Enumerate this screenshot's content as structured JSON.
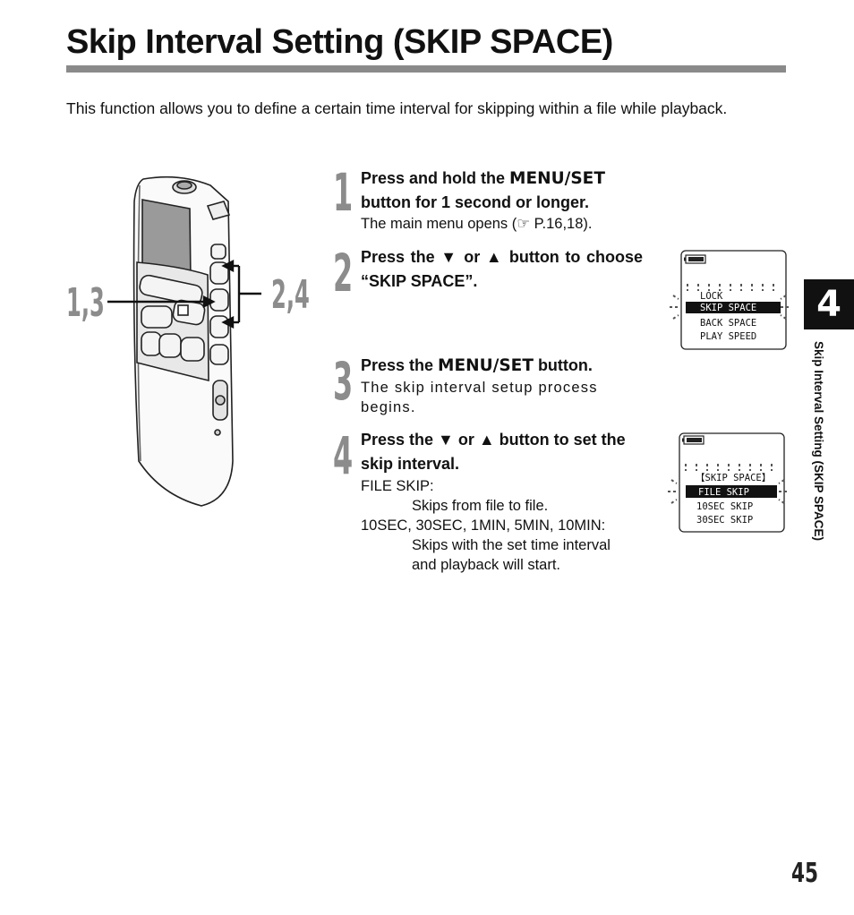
{
  "page": {
    "title": "Skip Interval Setting (SKIP SPACE)",
    "intro": "This function allows you to define a certain time interval for skipping within a file while playback.",
    "chapter_tab": "4",
    "side_label": "Skip Interval Setting (SKIP SPACE)",
    "page_number": "45"
  },
  "callouts": {
    "left": "1,3",
    "right": "2,4"
  },
  "steps": [
    {
      "num": "1",
      "head_pre": "Press and hold the ",
      "head_kw": "MENU/SET",
      "head_post": "button for 1 second or longer.",
      "sub": "The main menu opens (☞ P.16,18)."
    },
    {
      "num": "2",
      "head": "Press the ▼ or ▲ button to choose “SKIP SPACE”."
    },
    {
      "num": "3",
      "head_pre": "Press the ",
      "head_kw": "MENU/SET",
      "head_post": " button.",
      "sub": "The skip interval setup process begins."
    },
    {
      "num": "4",
      "head": "Press the ▼ or ▲ button to set the skip interval.",
      "opt1_label": "FILE SKIP:",
      "opt1_desc": "Skips from file to file.",
      "opt2_label": "10SEC, 30SEC, 1MIN, 5MIN, 10MIN:",
      "opt2_desc_1": "Skips with the set time interval",
      "opt2_desc_2": "and playback will start."
    }
  ],
  "lcd1": {
    "lines": [
      "LOCK",
      "SKIP SPACE",
      "BACK SPACE",
      "PLAY SPEED"
    ],
    "selected": 1
  },
  "lcd2": {
    "lines": [
      "【SKIP SPACE】",
      "FILE SKIP",
      "10SEC SKIP",
      "30SEC SKIP"
    ],
    "selected": 1
  }
}
